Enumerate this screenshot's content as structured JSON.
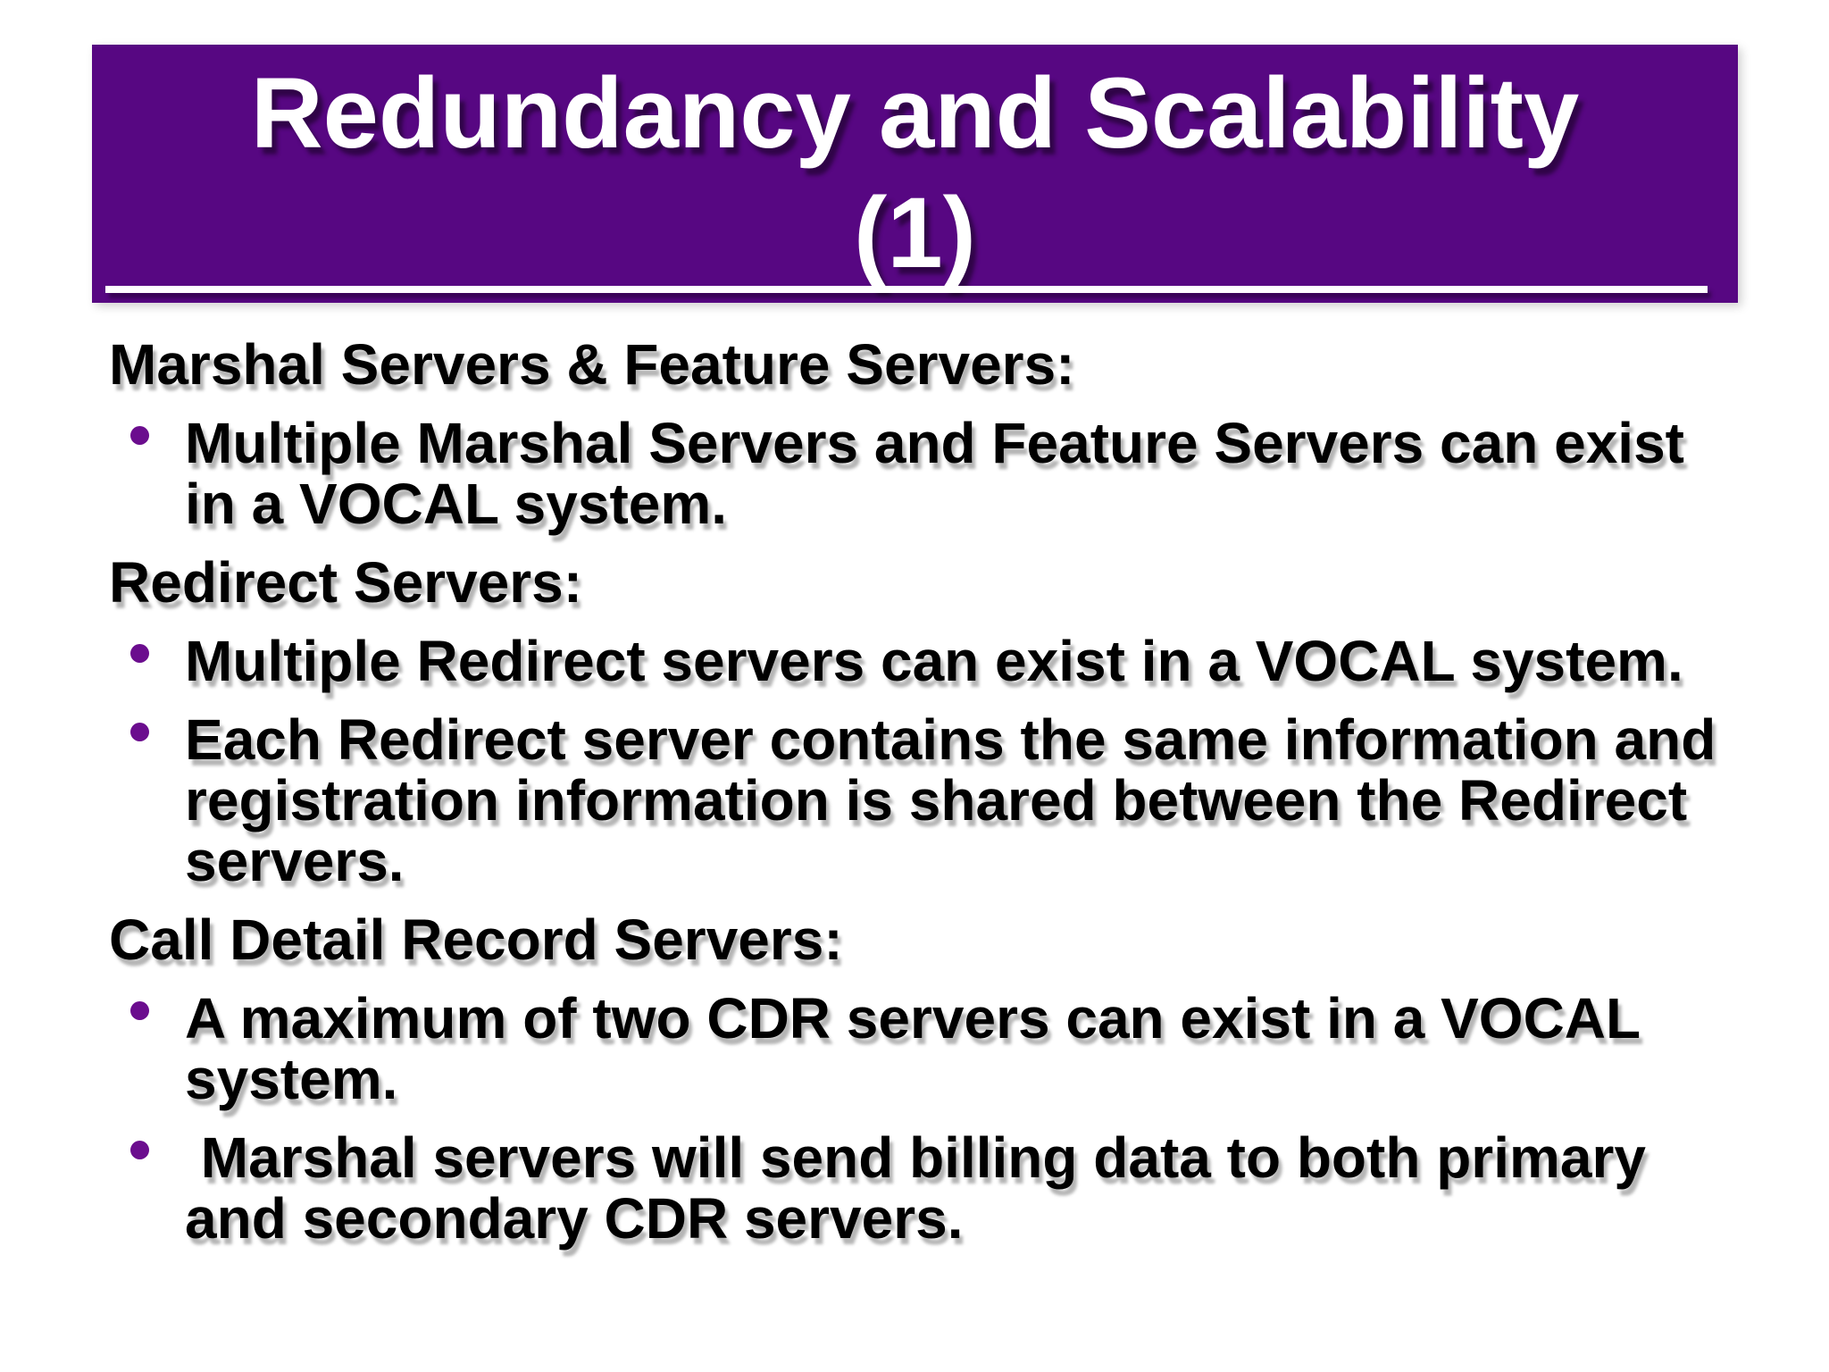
{
  "slide": {
    "title": "Redundancy and Scalability (1)",
    "colors": {
      "banner": "#570782",
      "title_text": "#ffffff",
      "body_text": "#000000",
      "bullet_dot": "#6b0d8e"
    },
    "content": [
      {
        "type": "heading",
        "text": "Marshal Servers & Feature Servers:"
      },
      {
        "type": "bullet",
        "text": "Multiple Marshal Servers and Feature Servers can exist in a VOCAL system."
      },
      {
        "type": "heading",
        "text": "Redirect Servers:"
      },
      {
        "type": "bullet",
        "text": "Multiple Redirect servers can exist in a VOCAL system."
      },
      {
        "type": "bullet",
        "text": "Each Redirect server contains the same information and registration information is shared between the Redirect servers."
      },
      {
        "type": "heading",
        "text": "Call Detail Record Servers:"
      },
      {
        "type": "bullet",
        "text": "A maximum of two CDR servers can exist in a VOCAL system."
      },
      {
        "type": "bullet",
        "text": " Marshal servers will send billing data to both primary and secondary CDR servers."
      }
    ]
  }
}
